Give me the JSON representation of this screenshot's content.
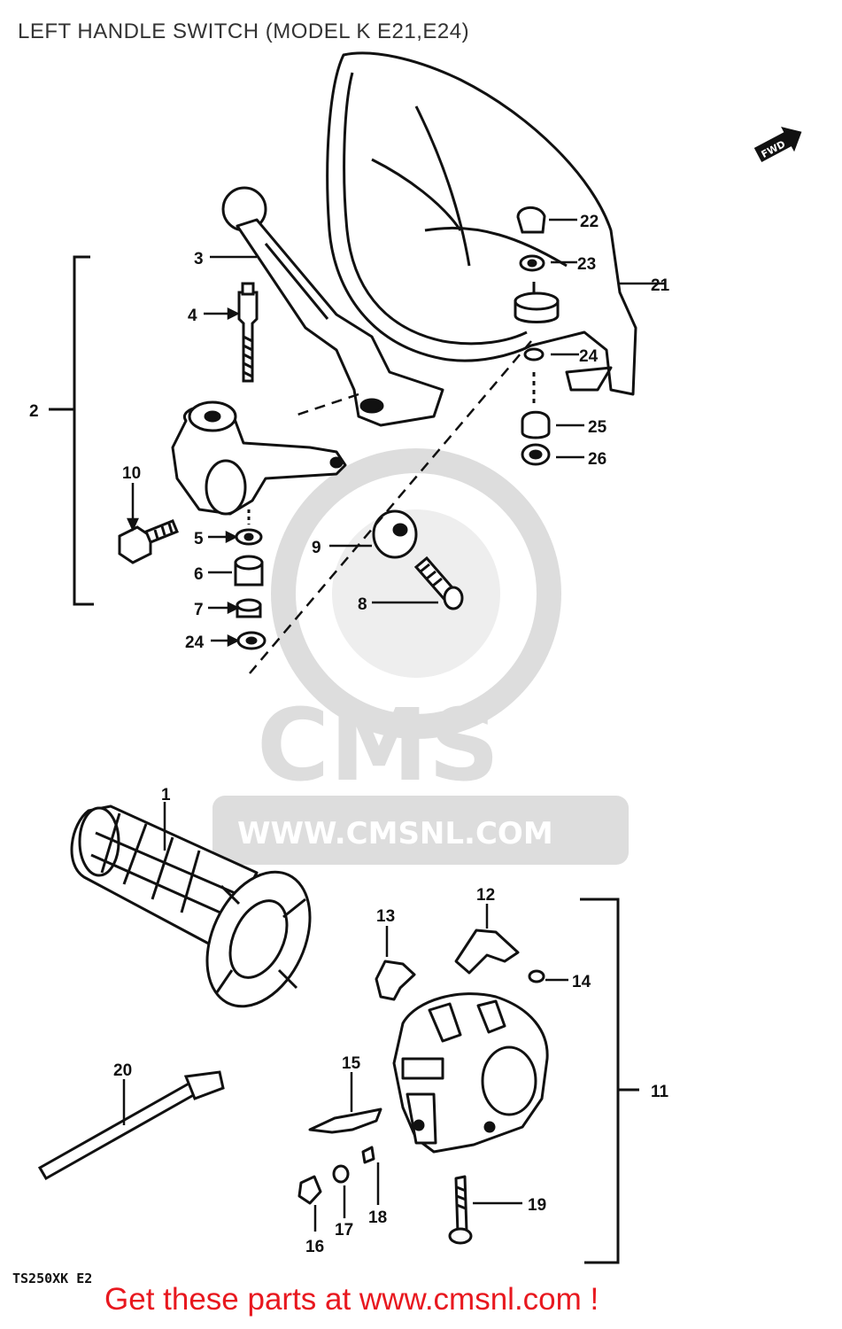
{
  "title": "LEFT HANDLE SWITCH (MODEL K E21,E24)",
  "watermark": {
    "brand": "CMS",
    "url": "WWW.CMSNL.COM",
    "color": "#dddddd"
  },
  "direction_badge": "FWD",
  "model_code": "TS250XK E2",
  "footer": {
    "text": "Get these parts at www.cmsnl.com !",
    "color": "#e8181f"
  },
  "callouts": {
    "p1": "1",
    "p2": "2",
    "p3": "3",
    "p4": "4",
    "p5": "5",
    "p6": "6",
    "p7": "7",
    "p8": "8",
    "p9": "9",
    "p10": "10",
    "p11": "11",
    "p12": "12",
    "p13": "13",
    "p14": "14",
    "p15": "15",
    "p16": "16",
    "p17": "17",
    "p18": "18",
    "p19": "19",
    "p20": "20",
    "p21": "21",
    "p22": "22",
    "p23": "23",
    "p24a": "24",
    "p24b": "24",
    "p25": "25",
    "p26": "26"
  }
}
